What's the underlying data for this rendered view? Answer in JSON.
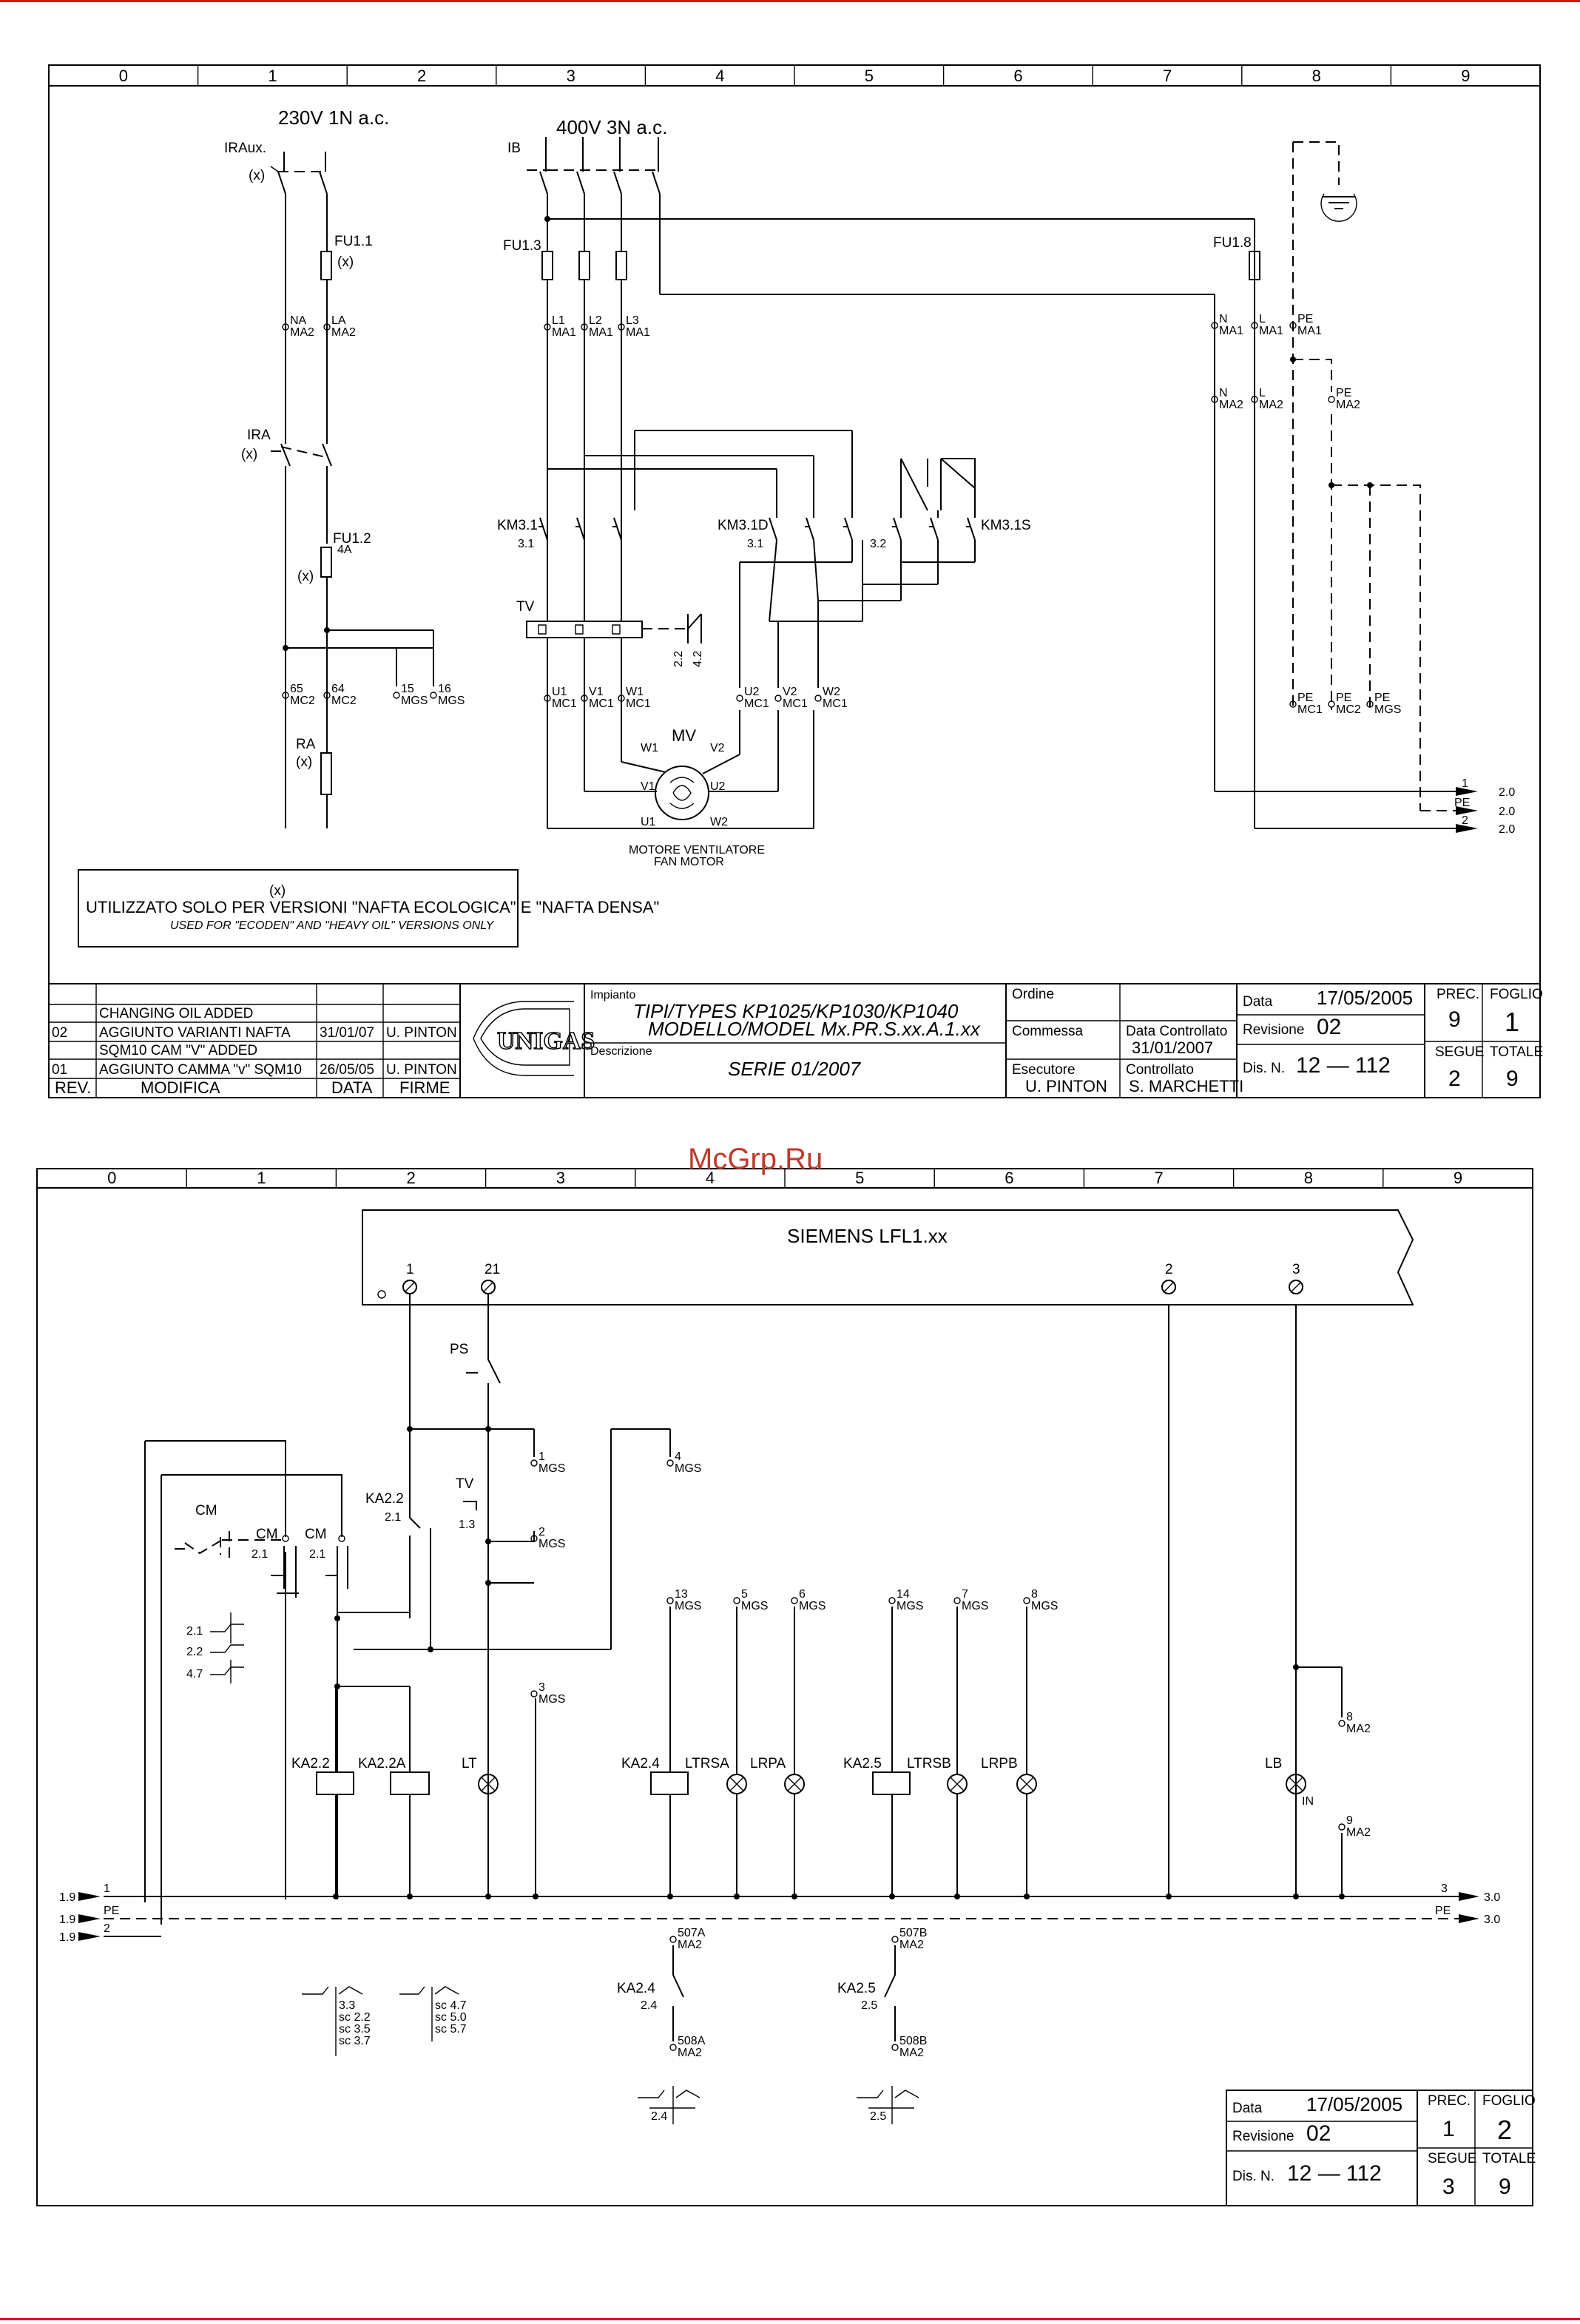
{
  "watermark": "McGrp.Ru",
  "accent_color": "#d7141a",
  "sheet1": {
    "columns": [
      "0",
      "1",
      "2",
      "3",
      "4",
      "5",
      "6",
      "7",
      "8",
      "9"
    ],
    "supply_aux": "230V 1N a.c.",
    "supply_main": "400V 3N a.c.",
    "labels": {
      "iraux": "IRAux.",
      "ib": "IB",
      "ira": "IRA",
      "x": "(x)",
      "fu11": "FU1.1",
      "fu12": "FU1.2",
      "fu12_rating": "4A",
      "fu13": "FU1.3",
      "fu18": "FU1.8",
      "km31": "KM3.1",
      "km31d": "KM3.1D",
      "km31s": "KM3.1S",
      "tv": "TV",
      "ra": "RA",
      "mv": "MV",
      "motor_it": "MOTORE VENTILATORE",
      "motor_en": "FAN MOTOR",
      "ref31": "3.1",
      "ref32": "3.2",
      "ref22": "2.2",
      "ref42": "4.2",
      "w1": "W1",
      "v2": "V2",
      "v1": "V1",
      "u2": "U2",
      "u1": "U1",
      "w2": "W2"
    },
    "terminals_top": [
      {
        "a": "NA",
        "b": "MA2"
      },
      {
        "a": "LA",
        "b": "MA2"
      },
      {
        "a": "L1",
        "b": "MA1"
      },
      {
        "a": "L2",
        "b": "MA1"
      },
      {
        "a": "L3",
        "b": "MA1"
      },
      {
        "a": "N",
        "b": "MA1"
      },
      {
        "a": "L",
        "b": "MA1"
      },
      {
        "a": "PE",
        "b": "MA1"
      },
      {
        "a": "N",
        "b": "MA2"
      },
      {
        "a": "L",
        "b": "MA2"
      },
      {
        "a": "PE",
        "b": "MA2"
      }
    ],
    "terminals_bottom": [
      {
        "a": "65",
        "b": "MC2"
      },
      {
        "a": "64",
        "b": "MC2"
      },
      {
        "a": "15",
        "b": "MGS"
      },
      {
        "a": "16",
        "b": "MGS"
      },
      {
        "a": "U1",
        "b": "MC1"
      },
      {
        "a": "V1",
        "b": "MC1"
      },
      {
        "a": "W1",
        "b": "MC1"
      },
      {
        "a": "U2",
        "b": "MC1"
      },
      {
        "a": "V2",
        "b": "MC1"
      },
      {
        "a": "W2",
        "b": "MC1"
      },
      {
        "a": "PE",
        "b": "MC1"
      },
      {
        "a": "PE",
        "b": "MC2"
      },
      {
        "a": "PE",
        "b": "MGS"
      }
    ],
    "outputs": [
      {
        "label": "1",
        "ref": "2.0"
      },
      {
        "label": "PE",
        "ref": "2.0"
      },
      {
        "label": "2",
        "ref": "2.0"
      }
    ],
    "note": {
      "mark": "(x)",
      "it": "UTILIZZATO SOLO PER VERSIONI \"NAFTA ECOLOGICA\" E \"NAFTA DENSA\"",
      "en": "USED FOR \"ECODEN\" AND \"HEAVY OIL\" VERSIONS ONLY"
    },
    "revisions": [
      {
        "rev": "",
        "desc": "CHANGING OIL ADDED",
        "date": "",
        "sign": ""
      },
      {
        "rev": "02",
        "desc": "AGGIUNTO VARIANTI NAFTA",
        "date": "31/01/07",
        "sign": "U. PINTON"
      },
      {
        "rev": "",
        "desc": "SQM10 CAM \"V\" ADDED",
        "date": "",
        "sign": ""
      },
      {
        "rev": "01",
        "desc": "AGGIUNTO CAMMA \"v\" SQM10",
        "date": "26/05/05",
        "sign": "U. PINTON"
      }
    ],
    "rev_headers": {
      "rev": "REV.",
      "desc": "MODIFICA",
      "date": "DATA",
      "sign": "FIRME"
    },
    "logo": "UNIGAS",
    "title_block": {
      "impianto_label": "Impianto",
      "types": "TIPI/TYPES  KP1025/KP1030/KP1040",
      "model": "MODELLO/MODEL  Mx.PR.S.xx.A.1.xx",
      "descrizione_label": "Descrizione",
      "serie": "SERIE  01/2007",
      "ordine_label": "Ordine",
      "commessa_label": "Commessa",
      "data_controllato_label": "Data Controllato",
      "data_controllato": "31/01/2007",
      "esecutore_label": "Esecutore",
      "esecutore": "U. PINTON",
      "controllato_label": "Controllato",
      "controllato": "S. MARCHETTI",
      "data_label": "Data",
      "data": "17/05/2005",
      "revisione_label": "Revisione",
      "revisione": "02",
      "dis_label": "Dis. N.",
      "dis": "12  —  112",
      "prec_label": "PREC.",
      "prec": "9",
      "foglio_label": "FOGLIO",
      "foglio": "1",
      "segue_label": "SEGUE",
      "segue": "2",
      "totale_label": "TOTALE",
      "totale": "9"
    }
  },
  "sheet2": {
    "columns": [
      "0",
      "1",
      "2",
      "3",
      "4",
      "5",
      "6",
      "7",
      "8",
      "9"
    ],
    "controller": "SIEMENS LFL1.xx",
    "controller_terminals": [
      "1",
      "21",
      "2",
      "3"
    ],
    "labels": {
      "ps": "PS",
      "tv": "TV",
      "tv_ref": "1.3",
      "cm": "CM",
      "cm_ref": "2.1",
      "ka22": "KA2.2",
      "ka22_ref": "2.1",
      "ka22a": "KA2.2A",
      "lt": "LT",
      "ka24": "KA2.4",
      "ltrsa": "LTRSA",
      "lrpa": "LRPA",
      "ka25": "KA2.5",
      "ltrsb": "LTRSB",
      "lrpb": "LRPB",
      "lb": "LB",
      "in": "IN",
      "ka24_ref": "2.4",
      "ka25_ref": "2.5",
      "cam_21": "2.1",
      "cam_22": "2.2",
      "cam_47": "4.7"
    },
    "mgs_terminals": [
      {
        "a": "1",
        "b": "MGS"
      },
      {
        "a": "4",
        "b": "MGS"
      },
      {
        "a": "2",
        "b": "MGS"
      },
      {
        "a": "3",
        "b": "MGS"
      },
      {
        "a": "13",
        "b": "MGS"
      },
      {
        "a": "5",
        "b": "MGS"
      },
      {
        "a": "6",
        "b": "MGS"
      },
      {
        "a": "14",
        "b": "MGS"
      },
      {
        "a": "7",
        "b": "MGS"
      },
      {
        "a": "8",
        "b": "MGS"
      }
    ],
    "ma2_terminals": [
      {
        "a": "8",
        "b": "MA2"
      },
      {
        "a": "9",
        "b": "MA2"
      },
      {
        "a": "507A",
        "b": "MA2"
      },
      {
        "a": "508A",
        "b": "MA2"
      },
      {
        "a": "507B",
        "b": "MA2"
      },
      {
        "a": "508B",
        "b": "MA2"
      }
    ],
    "inputs": [
      {
        "ref": "1.9",
        "label": "1"
      },
      {
        "ref": "1.9",
        "label": "PE"
      },
      {
        "ref": "1.9",
        "label": "2"
      }
    ],
    "outputs": [
      {
        "label": "3",
        "ref": "3.0"
      },
      {
        "label": "PE",
        "ref": "3.0"
      }
    ],
    "crossref_ka22": [
      "3.3",
      "sc  2.2",
      "sc  3.5",
      "sc  3.7"
    ],
    "crossref_ka22a": [
      "sc  4.7",
      "sc  5.0",
      "sc  5.7"
    ],
    "crossref_ka24": "2.4",
    "crossref_ka25": "2.5",
    "title_block": {
      "data_label": "Data",
      "data": "17/05/2005",
      "revisione_label": "Revisione",
      "revisione": "02",
      "dis_label": "Dis. N.",
      "dis": "12  —  112",
      "prec_label": "PREC.",
      "prec": "1",
      "foglio_label": "FOGLIO",
      "foglio": "2",
      "segue_label": "SEGUE",
      "segue": "3",
      "totale_label": "TOTALE",
      "totale": "9"
    }
  }
}
